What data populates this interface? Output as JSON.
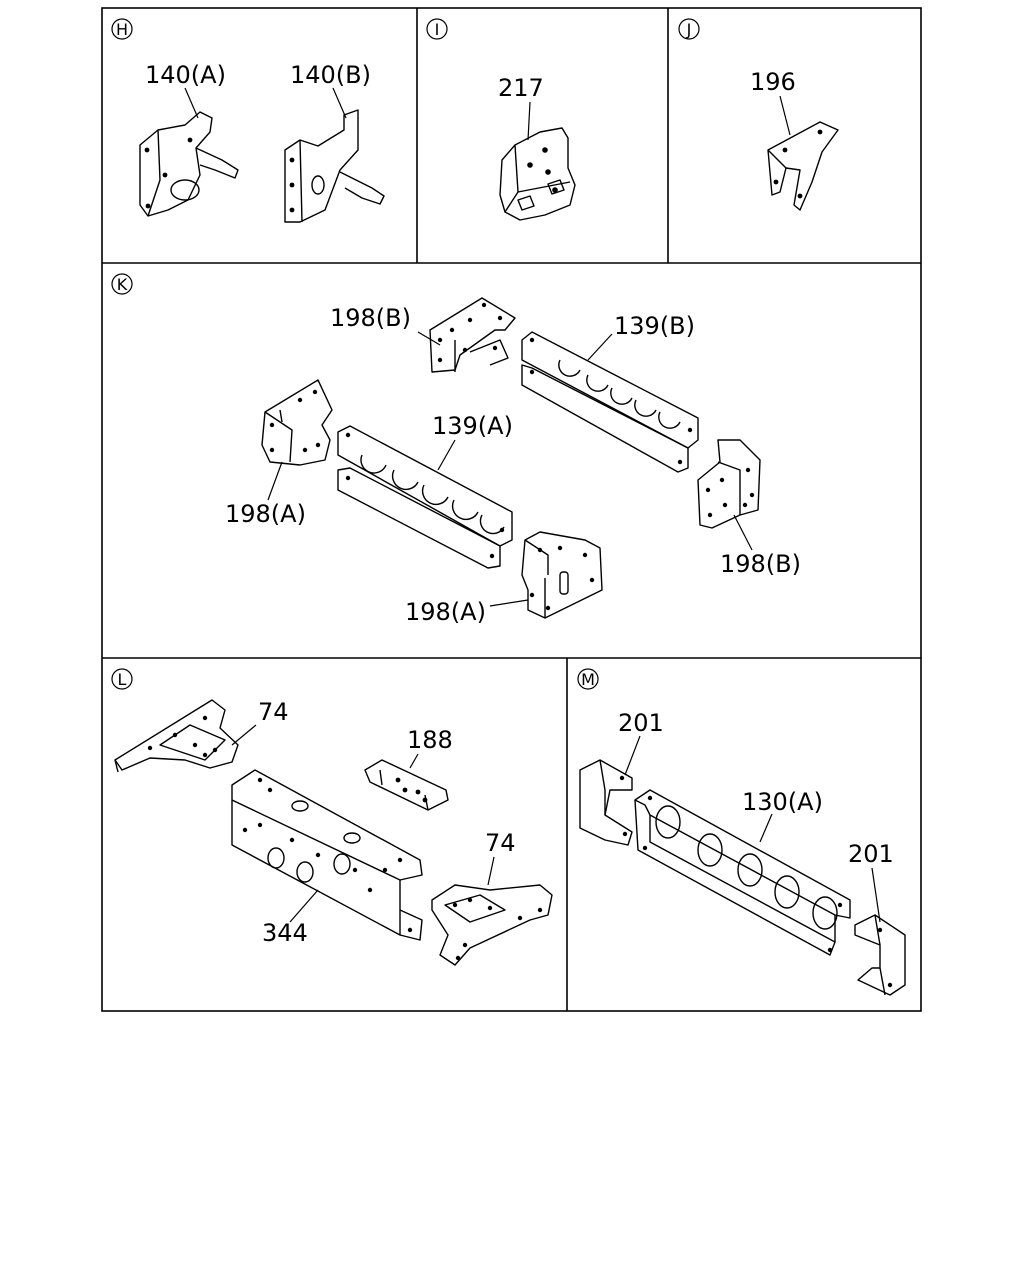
{
  "panels": {
    "H": {
      "letter": "H",
      "callouts": [
        "140(A)",
        "140(B)"
      ]
    },
    "I": {
      "letter": "I",
      "callouts": [
        "217"
      ]
    },
    "J": {
      "letter": "J",
      "callouts": [
        "196"
      ]
    },
    "K": {
      "letter": "K",
      "callouts": [
        "198(B)",
        "139(B)",
        "139(A)",
        "198(A)",
        "198(B)",
        "198(A)"
      ]
    },
    "L": {
      "letter": "L",
      "callouts": [
        "74",
        "188",
        "74",
        "344"
      ]
    },
    "M": {
      "letter": "M",
      "callouts": [
        "201",
        "130(A)",
        "201"
      ]
    }
  }
}
